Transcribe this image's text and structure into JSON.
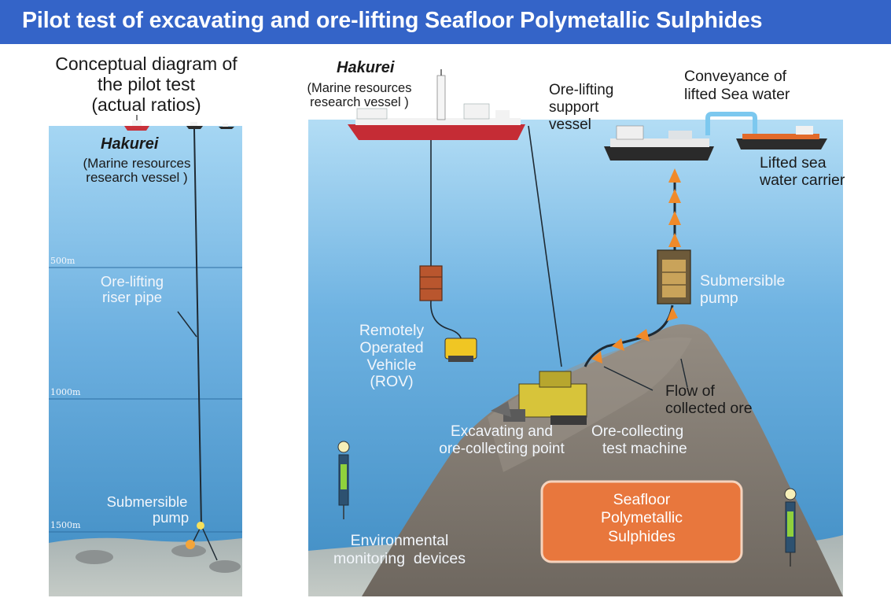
{
  "title": "Pilot test of excavating and ore-lifting Seafloor Polymetallic Sulphides",
  "left_panel": {
    "heading": [
      "Conceptual diagram of",
      "the pilot test",
      "(actual ratios)"
    ],
    "vessel_name": "Hakurei",
    "vessel_desc": [
      "(Marine resources",
      "research vessel )"
    ],
    "depth_marks": [
      "500m",
      "1000m",
      "1500m"
    ],
    "riser_label": [
      "Ore-lifting",
      "riser pipe"
    ],
    "pump_label": [
      "Submersible",
      "pump"
    ]
  },
  "right_panel": {
    "vessel_name": "Hakurei",
    "vessel_desc": [
      "(Marine resources",
      "research vessel )"
    ],
    "support_vessel": [
      "Ore-lifting",
      "support",
      "vessel"
    ],
    "conveyance": [
      "Conveyance of",
      "lifted Sea water"
    ],
    "carrier": [
      "Lifted sea",
      "water carrier"
    ],
    "rov": [
      "Remotely",
      "Operated",
      "Vehicle",
      "(ROV)"
    ],
    "pump": [
      "Submersible",
      "pump"
    ],
    "flow": [
      "Flow of",
      "collected ore"
    ],
    "excavating_point": [
      "Excavating and",
      "ore-collecting point"
    ],
    "test_machine": [
      "Ore-collecting",
      "test machine"
    ],
    "env_devices": [
      "Environmental",
      "monitoring  devices"
    ],
    "sulphides_box": [
      "Seafloor",
      "Polymetallic",
      "Sulphides"
    ]
  },
  "colors": {
    "title_bar": "#3464c8",
    "sea_top": "#8ec9ee",
    "sea_bottom": "#3b88bf",
    "mountain": "#807870",
    "arrow": "#f08a2a",
    "sulphides_box": "#e8773d"
  }
}
